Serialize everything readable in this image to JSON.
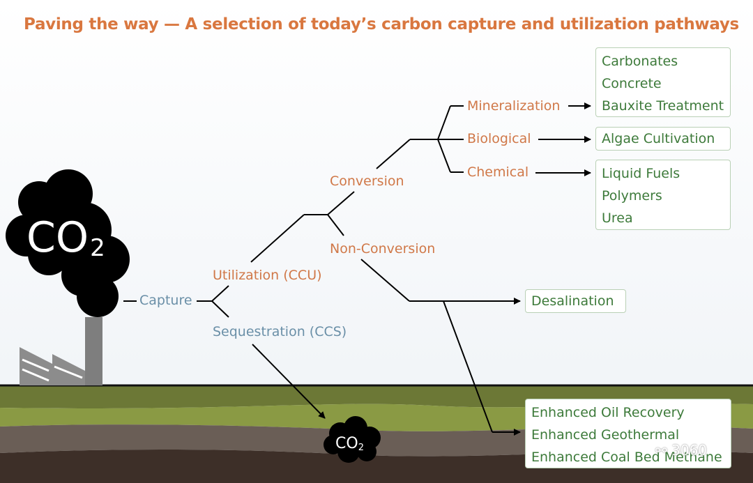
{
  "title": "Paving the way — A selection of today’s carbon  capture and utilization pathways",
  "source_cloud": {
    "text": "CO",
    "sub": "2"
  },
  "ground_cloud": {
    "text": "CO",
    "sub": "2"
  },
  "nodes": {
    "capture": "Capture",
    "utilization": "Utilization (CCU)",
    "sequestration": "Sequestration (CCS)",
    "conversion": "Conversion",
    "non_conversion": "Non-Conversion",
    "mineralization": "Mineralization",
    "biological": "Biological",
    "chemical": "Chemical"
  },
  "outputs": {
    "mineralization": [
      "Carbonates",
      "Concrete",
      "Bauxite Treatment"
    ],
    "biological": [
      "Algae Cultivation"
    ],
    "chemical": [
      "Liquid Fuels",
      "Polymers",
      "Urea"
    ],
    "desalination": [
      "Desalination"
    ],
    "underground": [
      "Enhanced Oil Recovery",
      "Enhanced Geothermal",
      "Enhanced Coal Bed Methane"
    ]
  },
  "watermark": "3060",
  "colors": {
    "title": "#d9773f",
    "orange_label": "#d07848",
    "blue_label": "#6a8fa7",
    "green_text": "#3d7a3a",
    "box_border": "#b9d0b5"
  }
}
